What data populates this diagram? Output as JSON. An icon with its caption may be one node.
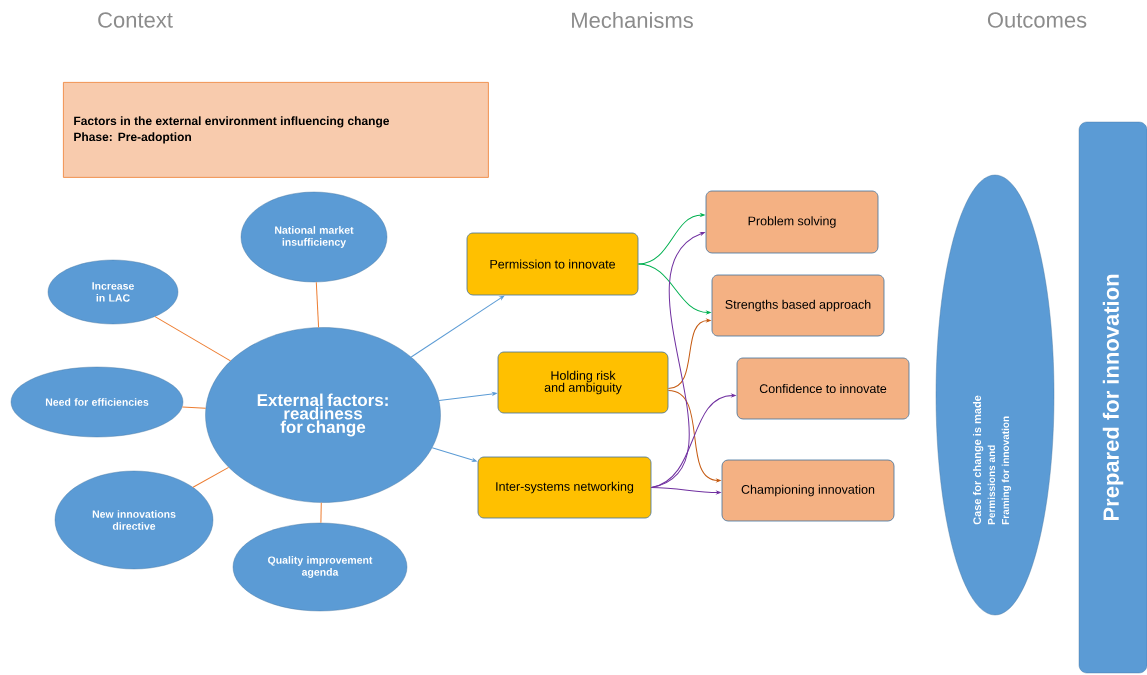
{
  "diagram": {
    "nodes": [
      {
        "text": [
          "Factors in the external environment influencing change",
          "Phase: Pre-adoption"
        ]
      },
      {
        "text": [
          "National market insufficiency"
        ]
      },
      {
        "text": [
          "Increase in LAC"
        ]
      },
      {
        "text": [
          "Need for efficiencies"
        ]
      },
      {
        "text": [
          "External factors: readiness for change"
        ]
      },
      {
        "text": [
          "New innovations directive"
        ]
      },
      {
        "text": [
          "Quality improvement agenda"
        ]
      },
      {
        "text": [
          "Permission to innovate"
        ]
      },
      {
        "text": [
          "Holding risk and ambiguity"
        ]
      },
      {
        "text": [
          "Inter-systems networking"
        ]
      },
      {
        "text": [
          "Problem solving"
        ]
      },
      {
        "text": [
          "Strengths based approach"
        ]
      },
      {
        "text": [
          "Confidence to innovate"
        ]
      },
      {
        "text": [
          "Championing innovation"
        ]
      },
      {
        "text": [
          "Case for change is made",
          "Permissions and",
          "Framing for innovation"
        ]
      },
      {
        "text": [
          "Prepared for innovation"
        ]
      }
    ],
    "edges": [
      {
        "from": 1,
        "to": 4,
        "arrow": "none",
        "color": "#ed7d31"
      },
      {
        "from": 2,
        "to": 4,
        "arrow": "none",
        "color": "#ed7d31"
      },
      {
        "from": 3,
        "to": 4,
        "arrow": "none",
        "color": "#ed7d31"
      },
      {
        "from": 5,
        "to": 4,
        "arrow": "none",
        "color": "#ed7d31"
      },
      {
        "from": 6,
        "to": 4,
        "arrow": "none",
        "color": "#ed7d31"
      },
      {
        "from": 4,
        "to": 7,
        "arrow": "to",
        "color": "#5b9bd5"
      },
      {
        "from": 4,
        "to": 8,
        "arrow": "to",
        "color": "#5b9bd5"
      },
      {
        "from": 4,
        "to": 9,
        "arrow": "to",
        "color": "#5b9bd5"
      },
      {
        "from": 7,
        "to": 10,
        "arrow": "to",
        "color": "#00b050"
      },
      {
        "from": 7,
        "to": 11,
        "arrow": "to",
        "color": "#00b050"
      },
      {
        "from": 8,
        "to": 11,
        "arrow": "to",
        "color": "#c55a11"
      },
      {
        "from": 8,
        "to": 13,
        "arrow": "to",
        "color": "#c55a11"
      },
      {
        "from": 9,
        "to": 10,
        "arrow": "to",
        "color": "#7030a0"
      },
      {
        "from": 9,
        "to": 12,
        "arrow": "to",
        "color": "#7030a0"
      },
      {
        "from": 9,
        "to": 13,
        "arrow": "to",
        "color": "#7030a0"
      }
    ],
    "labels": [
      "Context",
      "Mechanisms",
      "Outcomes"
    ]
  }
}
